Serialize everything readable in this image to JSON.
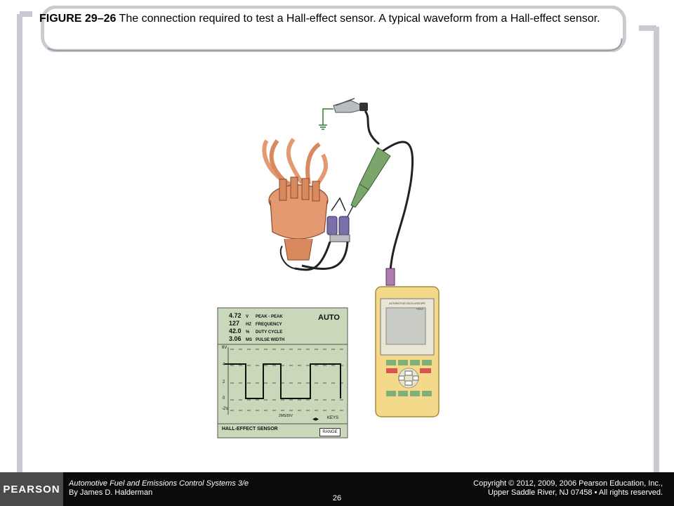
{
  "caption": {
    "figure_label": "FIGURE 29–26",
    "text": " The connection required to test a Hall-effect sensor. A typical waveform from a Hall-effect sensor."
  },
  "scope": {
    "readings": [
      {
        "value": "4.72",
        "unit": "V",
        "label": "PEAK - PEAK"
      },
      {
        "value": "127",
        "unit": "HZ",
        "label": "FREQUENCY"
      },
      {
        "value": "42.0",
        "unit": "%",
        "label": "DUTY CYCLE"
      },
      {
        "value": "3.06",
        "unit": "MS",
        "label": "PULSE WIDTH"
      }
    ],
    "mode": "AUTO",
    "y_labels": [
      "6V",
      "4",
      "2",
      "0",
      "-2V"
    ],
    "timebase": "2MS/DIV",
    "keys_label": "KEYS",
    "sensor_label": "HALL-EFFECT SENSOR",
    "range_button": "RANGE"
  },
  "meter": {
    "header": "AUTOMOTIVE OSCILLOSCOPE",
    "hold": "HOLD"
  },
  "footer": {
    "brand": "PEARSON",
    "book_title": "Automotive Fuel and Emissions Control Systems 3/e",
    "author": "By James D. Halderman",
    "page": "26",
    "copyright_line1": "Copyright © 2012, 2009, 2006 Pearson Education, Inc.,",
    "copyright_line2": "Upper Saddle River, NJ 07458 • All rights reserved."
  },
  "colors": {
    "frame": "#c8cbd0",
    "distributor": "#e39a70",
    "meter_body": "#f5d98a",
    "scope_screen": "#c9d8b9",
    "footer": "#0b0b0b"
  }
}
